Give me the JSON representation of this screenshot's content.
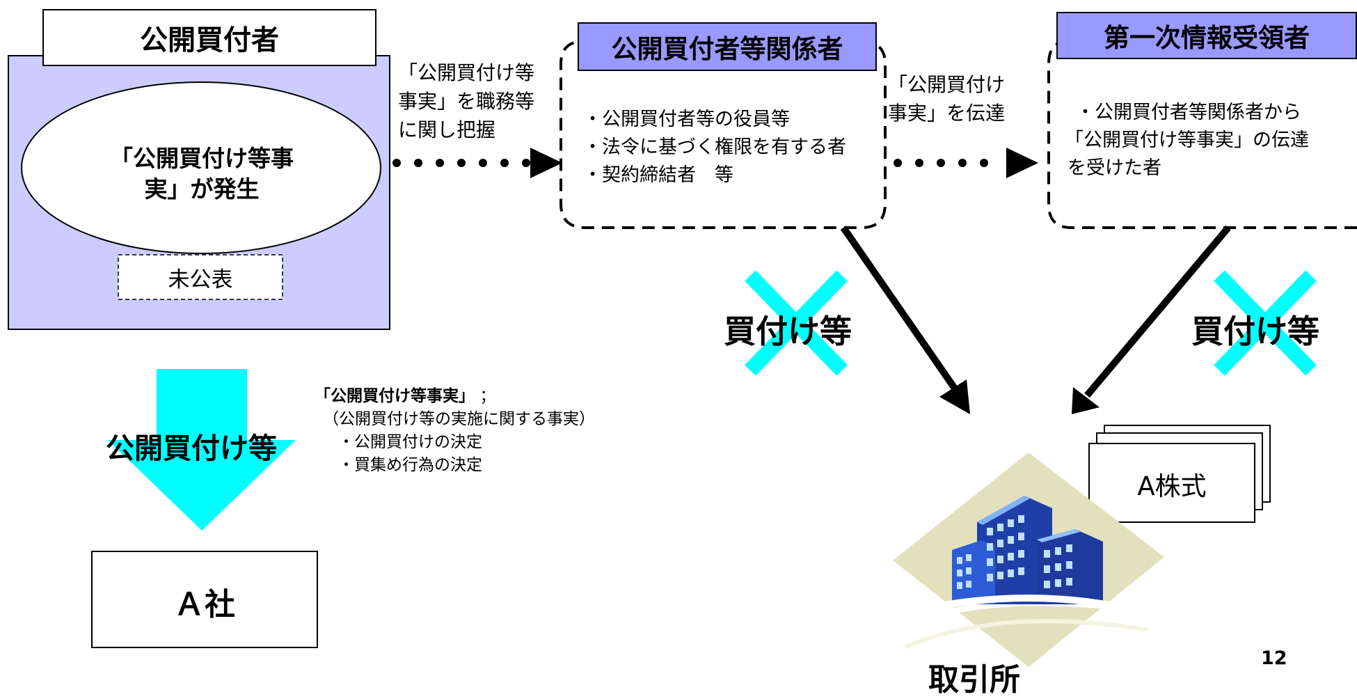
{
  "offeror": {
    "title": "公開買付者",
    "event_lines": [
      "「公開買付け等事",
      "実」が発生"
    ],
    "unpublished": "未公表"
  },
  "related_person": {
    "title": "公開買付者等関係者",
    "items": [
      "・公開買付者等の役員等",
      "・法令に基づく権限を有する者",
      "・契約締結者　等"
    ]
  },
  "first_recipient": {
    "title": "第一次情報受領者",
    "lines": [
      "・公開買付者等関係者から",
      "「公開買付け等事実」の伝達",
      "を受けた者"
    ]
  },
  "edge_grasp": {
    "lines": [
      "「公開買付け等",
      "事実」を職務等",
      "に関し把握"
    ]
  },
  "edge_transmit": {
    "lines": [
      "「公開買付け",
      "事実」を伝達"
    ]
  },
  "prohibited": {
    "label_left": "買付け等",
    "label_right": "買付け等"
  },
  "down_arrow": {
    "label": "公開買付け等"
  },
  "company": {
    "label": "Ａ社"
  },
  "definition": {
    "title": "「公開買付け等事実」",
    "separator": "；",
    "lines": [
      "（公開買付け等の実施に関する事実）",
      "・公開買付けの決定",
      "・買集め行為の決定"
    ]
  },
  "shares": {
    "label": "A株式"
  },
  "exchange": {
    "label": "取引所"
  },
  "page_number": "12",
  "colors": {
    "lavender": "#ccccff",
    "purple_header": "#9999ff",
    "cyan": "#00ffff",
    "building_blue": "#2e5bd6",
    "diamond_beige": "#e2e1bd"
  }
}
